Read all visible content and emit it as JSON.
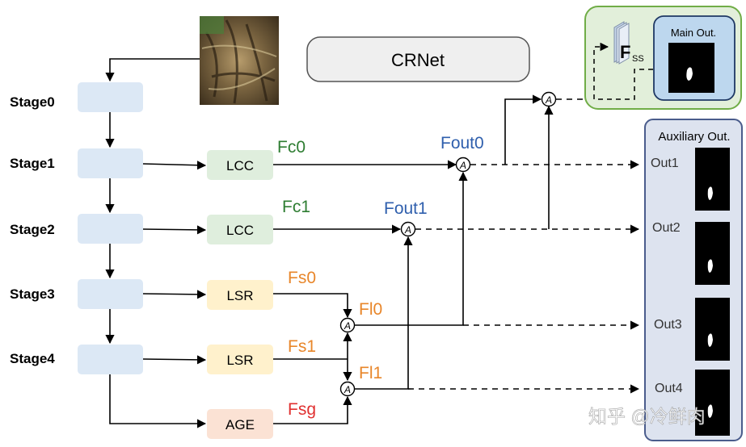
{
  "title": "CRNet",
  "stages": [
    "Stage0",
    "Stage1",
    "Stage2",
    "Stage3",
    "Stage4"
  ],
  "modules": {
    "lcc1": "LCC",
    "lcc2": "LCC",
    "lsr1": "LSR",
    "lsr2": "LSR",
    "age": "AGE"
  },
  "features": {
    "fc0": "Fc0",
    "fc1": "Fc1",
    "fout0": "Fout0",
    "fout1": "Fout1",
    "fs0": "Fs0",
    "fs1": "Fs1",
    "fsg": "Fsg",
    "fl0": "Fl0",
    "fl1": "Fl1"
  },
  "fuse_symbol": "A",
  "fss": {
    "main": "F",
    "sub": "SS"
  },
  "main_output": {
    "title": "Main Out."
  },
  "auxiliary": {
    "title": "Auxiliary Out.",
    "outs": [
      "Out1",
      "Out2",
      "Out3",
      "Out4"
    ]
  },
  "watermark": "知乎 @冷鲜肉",
  "colors": {
    "stage_box": "#dce8f5",
    "lcc": "#dfeedd",
    "lsr": "#fff1cc",
    "age": "#fbe2d4",
    "green_text": "#2e7d32",
    "blue_text": "#2f5fad",
    "orange_text": "#e8862a",
    "red_text": "#e03030",
    "main_panel_bg": "#e2efda",
    "main_panel_border": "#70ad47",
    "aux_panel_bg": "#dde3ef",
    "aux_panel_border": "#4a5c8c",
    "main_out_bg": "#bdd7ee"
  }
}
